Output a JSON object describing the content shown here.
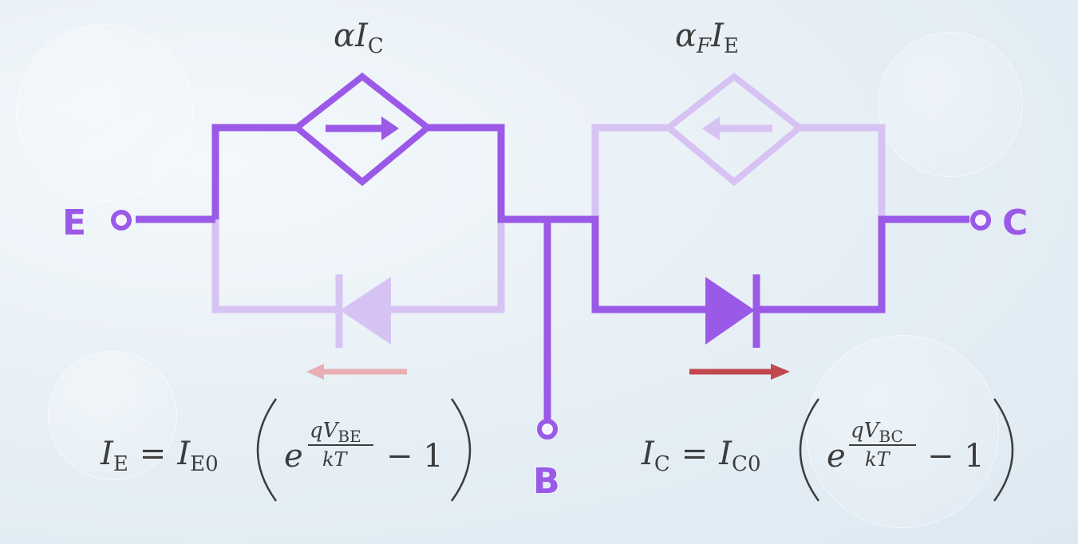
{
  "terminals": {
    "emitter": "E",
    "base": "B",
    "collector": "C"
  },
  "sources": {
    "reverse": {
      "coef": "α",
      "current": "I",
      "subscript": "C"
    },
    "forward": {
      "coef": "α",
      "coef_sub": "F",
      "current": "I",
      "subscript": "E"
    }
  },
  "equations": {
    "emitter": {
      "lhs": "I",
      "lhs_sub": "E",
      "eq": "=",
      "scale": "I",
      "scale_sub": "E0",
      "base": "e",
      "exp_num": "qV",
      "exp_num_sub": "BE",
      "exp_den": "kT",
      "minus_one": "− 1"
    },
    "collector": {
      "lhs": "I",
      "lhs_sub": "C",
      "eq": "=",
      "scale": "I",
      "scale_sub": "C0",
      "base": "e",
      "exp_num": "qV",
      "exp_num_sub": "BC",
      "exp_den": "kT",
      "minus_one": "− 1"
    }
  },
  "colors": {
    "wire": "#9b59e8",
    "wire_faded": "#d7c3f3",
    "arrow_strong": "#c2474f",
    "arrow_faded": "#e7aeb3",
    "text": "#3d3d3d"
  }
}
